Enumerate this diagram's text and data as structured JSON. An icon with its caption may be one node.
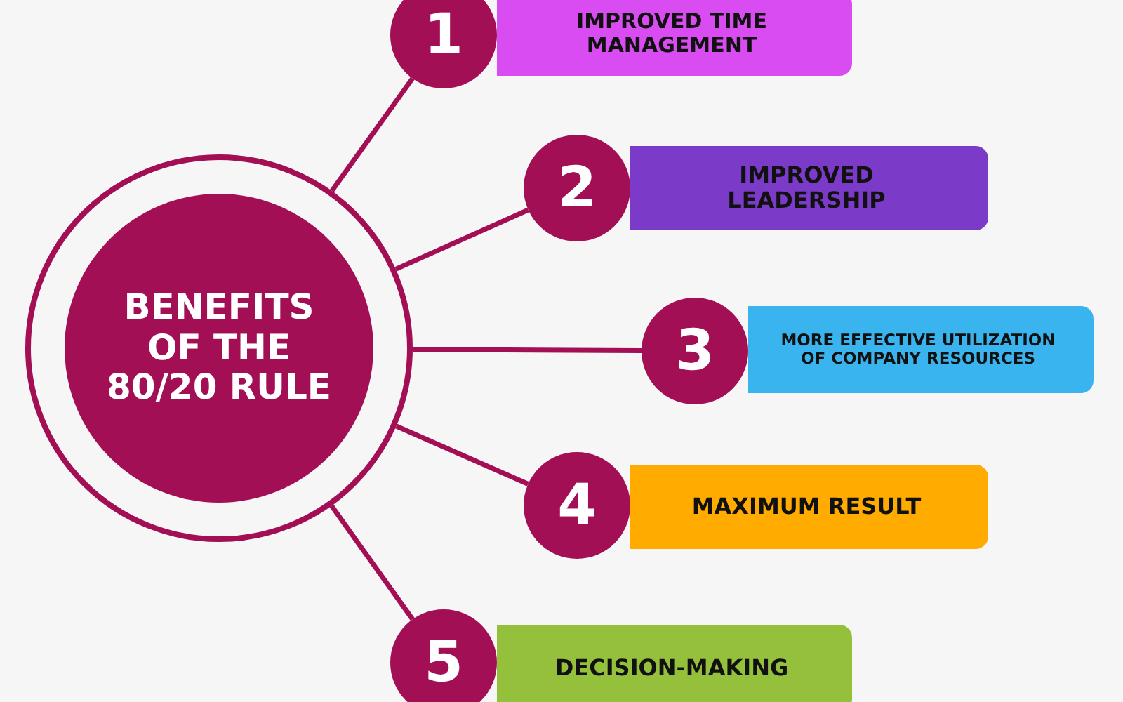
{
  "diagram": {
    "nodes": [
      {
        "text": [
          "BENEFITS OF THE 80/20 RULE"
        ]
      },
      {
        "text": [
          "1"
        ]
      },
      {
        "text": [
          "IMPROVED TIME MANAGEMENT"
        ]
      },
      {
        "text": [
          "2"
        ]
      },
      {
        "text": [
          "IMPROVED LEADERSHIP"
        ]
      },
      {
        "text": [
          "3"
        ]
      },
      {
        "text": [
          "MORE EFFECTIVE UTILIZATION OF COMPANY RESOURCES"
        ]
      },
      {
        "text": [
          "4"
        ]
      },
      {
        "text": [
          "MAXIMUM RESULT"
        ]
      },
      {
        "text": [
          "5"
        ]
      },
      {
        "text": [
          "DECISION-MAKING"
        ]
      }
    ],
    "edges": [
      {
        "from": 0,
        "to": 1,
        "arrow": "none"
      },
      {
        "from": 0,
        "to": 3,
        "arrow": "none"
      },
      {
        "from": 0,
        "to": 5,
        "arrow": "none"
      },
      {
        "from": 0,
        "to": 7,
        "arrow": "none"
      },
      {
        "from": 0,
        "to": 9,
        "arrow": "none"
      }
    ]
  }
}
